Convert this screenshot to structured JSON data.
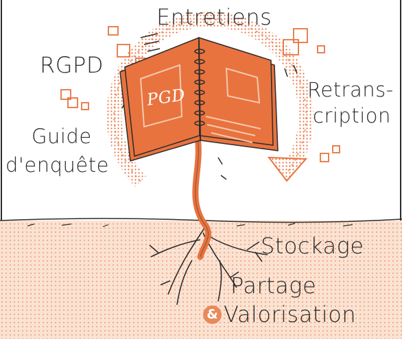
{
  "illustration": {
    "notebook_label": "PGD",
    "labels": {
      "entretiens": "Entretiens",
      "rgpd": "RGPD",
      "retranscription_line1": "Retrans-",
      "retranscription_line2": "cription",
      "guide_line1": "Guide",
      "guide_line2": "d'enquête",
      "stockage": "Stockage",
      "partage": "Partage",
      "ampersand": "&",
      "valorisation": "Valorisation"
    },
    "colors": {
      "accent": "#e8733f",
      "accent_light": "#f5c9ae",
      "ink": "#2b2b2b",
      "soil": "#f7d9c4"
    }
  }
}
